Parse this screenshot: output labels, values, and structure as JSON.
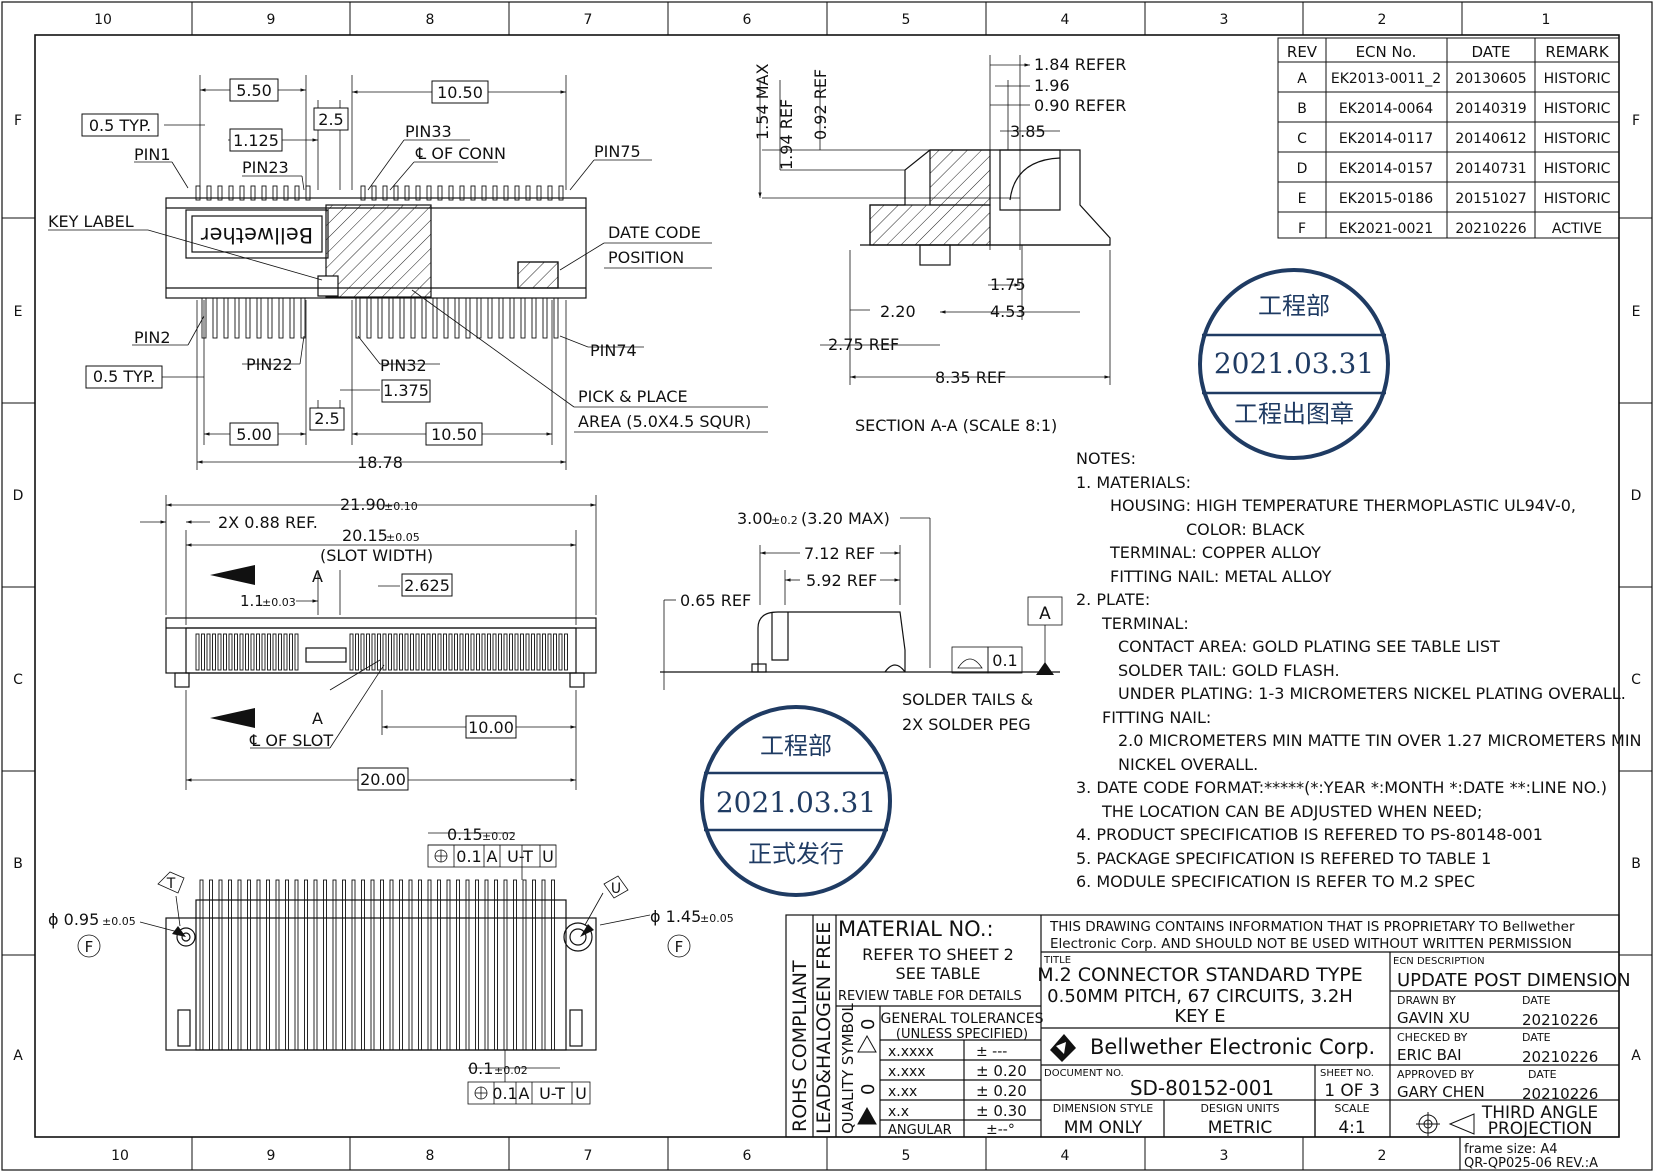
{
  "frame": {
    "col_labels": [
      "10",
      "9",
      "8",
      "7",
      "6",
      "5",
      "4",
      "3",
      "2",
      "1"
    ],
    "row_labels": [
      "F",
      "E",
      "D",
      "C",
      "B",
      "A"
    ]
  },
  "revisions": {
    "headers": [
      "REV",
      "ECN No.",
      "DATE",
      "REMARK"
    ],
    "rows": [
      [
        "A",
        "EK2013-0011_2",
        "20130605",
        "HISTORIC"
      ],
      [
        "B",
        "EK2014-0064",
        "20140319",
        "HISTORIC"
      ],
      [
        "C",
        "EK2014-0117",
        "20140612",
        "HISTORIC"
      ],
      [
        "D",
        "EK2014-0157",
        "20140731",
        "HISTORIC"
      ],
      [
        "E",
        "EK2015-0186",
        "20151027",
        "HISTORIC"
      ],
      [
        "F",
        "EK2021-0021",
        "20210226",
        "ACTIVE"
      ]
    ]
  },
  "stamps": {
    "top": {
      "dept": "工程部",
      "date": "2021.03.31",
      "label": "工程出图章"
    },
    "mid": {
      "dept": "工程部",
      "date": "2021.03.31",
      "label": "正式发行"
    }
  },
  "top_view": {
    "labels": {
      "d550": "5.50",
      "d1050": "10.50",
      "d05typ": "0.5 TYP.",
      "d25": "2.5",
      "d1125": "1.125",
      "pin33": "PIN33",
      "cl_conn": "℄ OF CONN",
      "pin1": "PIN1",
      "pin23": "PIN23",
      "pin75": "PIN75",
      "key_label": "KEY LABEL",
      "date_code": "DATE CODE",
      "position": "POSITION",
      "pin2": "PIN2",
      "pin74": "PIN74",
      "d05typ2": "0.5 TYP.",
      "pin22": "PIN22",
      "pin32": "PIN32",
      "d1375": "1.375",
      "d25b": "2.5",
      "pick1": "PICK & PLACE",
      "pick2": "AREA (5.0X4.5 SQUR)",
      "d500": "5.00",
      "d1050b": "10.50",
      "d1878": "18.78",
      "brand": "Bellwether"
    }
  },
  "section": {
    "labels": {
      "r184": "1.84 REFER",
      "r196": "1.96",
      "r090": "0.90 REFER",
      "r385": "3.85",
      "v154": "1.54 MAX",
      "v194": "1.94 REF",
      "v092": "0.92 REF",
      "r175": "1.75",
      "r220": "2.20",
      "r453": "4.53",
      "r275": "2.75 REF",
      "r835": "8.35 REF",
      "title": "SECTION A-A (SCALE 8:1)"
    }
  },
  "front_view": {
    "labels": {
      "d2190": "21.90",
      "tol010": "±0.10",
      "d2x088": "2X 0.88 REF.",
      "d2015": "20.15",
      "tol005": "±0.05",
      "slot_width": "(SLOT WIDTH)",
      "a_top": "A",
      "d11": "1.1",
      "tol003": "±0.03",
      "d2625": "2.625",
      "a_bot": "A",
      "cl_slot": "℄ OF SLOT",
      "d1000": "10.00",
      "d2000": "20.00"
    }
  },
  "side_view": {
    "labels": {
      "d300": "3.00",
      "tol02": "±0.2",
      "d320": "(3.20 MAX)",
      "d712": "7.12 REF",
      "d592": "5.92 REF",
      "d065": "0.65 REF",
      "datum_a": "A",
      "flat": "0.1",
      "solder1": "SOLDER TAILS &",
      "solder2": "2X SOLDER PEG"
    }
  },
  "bottom_view": {
    "labels": {
      "d015": "0.15",
      "tol002": "±0.02",
      "fcf_tol": "0.1",
      "fcf_a": "A",
      "fcf_ut": "U-T",
      "fcf_u": "U",
      "t": "T",
      "u": "U",
      "phi095": "ϕ 0.95",
      "tol005a": "±0.05",
      "phi145": "ϕ 1.45",
      "tol005b": "±0.05",
      "f1": "F",
      "f2": "F",
      "d01": "0.1",
      "tol002b": "±0.02"
    }
  },
  "notes": [
    "NOTES:",
    "1. MATERIALS:",
    "HOUSING: HIGH TEMPERATURE THERMOPLASTIC UL94V-0,",
    "COLOR: BLACK",
    "TERMINAL: COPPER ALLOY",
    "FITTING NAIL: METAL ALLOY",
    "2. PLATE:",
    "TERMINAL:",
    "CONTACT AREA: GOLD PLATING SEE TABLE LIST",
    "SOLDER TAIL: GOLD FLASH.",
    "UNDER PLATING: 1-3 MICROMETERS NICKEL PLATING OVERALL.",
    "FITTING NAIL:",
    "2.0 MICROMETERS MIN MATTE TIN OVER 1.27 MICROMETERS MIN",
    "NICKEL OVERALL.",
    "3. DATE CODE FORMAT:*****(*:YEAR *:MONTH *:DATE **:LINE NO.)",
    "THE LOCATION CAN BE ADJUSTED WHEN NEED;",
    "4. PRODUCT SPECIFICATIOB IS REFERED TO PS-80148-001",
    "5. PACKAGE SPECIFICATION IS REFERED TO TABLE 1",
    "6. MODULE SPECIFICATION IS REFER TO M.2 SPEC"
  ],
  "title_block": {
    "rohs": "ROHS COMPLIANT",
    "halogen": "LEAD&HALOGEN FREE",
    "quality": "QUALITY SYMBOL",
    "material": "MATERIAL NO.:",
    "refer1": "REFER TO SHEET 2",
    "refer2": "SEE TABLE",
    "review": "REVIEW TABLE FOR DETAILS",
    "gen_tol": "GENERAL TOLERANCES",
    "unless": "(UNLESS SPECIFIED)",
    "tolerances": [
      [
        "x.xxxx",
        "± ---"
      ],
      [
        "x.xxx",
        "± 0.20"
      ],
      [
        "x.xx",
        "± 0.20"
      ],
      [
        "x.x",
        "± 0.30"
      ],
      [
        "ANGULAR",
        "±--°"
      ]
    ],
    "prop1": "THIS DRAWING CONTAINS INFORMATION THAT IS PROPRIETARY TO Bellwether",
    "prop2": "Electronic Corp. AND SHOULD NOT BE USED WITHOUT WRITTEN PERMISSION",
    "title_cap": "TITLE",
    "title1": "M.2 CONNECTOR STANDARD TYPE",
    "title2": "0.50MM PITCH, 67 CIRCUITS, 3.2H",
    "title3": "KEY E",
    "ecn_cap": "ECN DESCRIPTION",
    "ecn": "UPDATE POST DIMENSION",
    "drawn_cap": "DRAWN BY",
    "drawn": "GAVIN XU",
    "checked_cap": "CHECKED BY",
    "checked": "ERIC BAI",
    "approved_cap": "APPROVED BY",
    "approved": "GARY CHEN",
    "date_cap": "DATE",
    "date1": "20210226",
    "date2": "20210226",
    "date3": "20210226",
    "company": "Bellwether Electronic Corp.",
    "doc_cap": "DOCUMENT NO.",
    "doc": "SD-80152-001",
    "sheet_cap": "SHEET NO.",
    "sheet": "1 OF 3",
    "dim_cap": "DIMENSION STYLE",
    "dim": "MM ONLY",
    "units_cap": "DESIGN UNITS",
    "units": "METRIC",
    "scale_cap": "SCALE",
    "scale": "4:1",
    "projection1": "THIRD ANGLE",
    "projection2": "PROJECTION",
    "frame_size": "frame size: A4",
    "form_no": "QR-QP025-06 REV.:A"
  }
}
